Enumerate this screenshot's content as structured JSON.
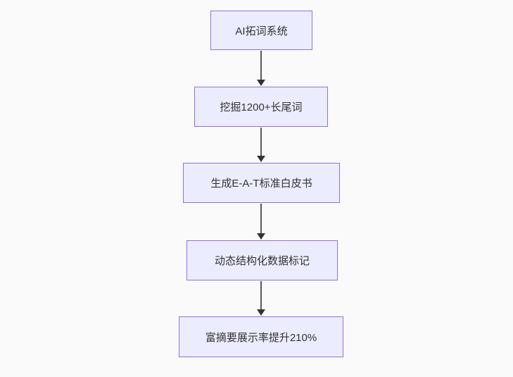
{
  "diagram": {
    "type": "flowchart",
    "direction": "top-down",
    "nodes": [
      {
        "id": "n1",
        "label": "AI拓词系统"
      },
      {
        "id": "n2",
        "label": "挖掘1200+长尾词"
      },
      {
        "id": "n3",
        "label": "生成E-A-T标准白皮书"
      },
      {
        "id": "n4",
        "label": "动态结构化数据标记"
      },
      {
        "id": "n5",
        "label": "富摘要展示率提升210%"
      }
    ],
    "edges": [
      {
        "from": "n1",
        "to": "n2",
        "style": "arrow-down"
      },
      {
        "from": "n2",
        "to": "n3",
        "style": "arrow-down"
      },
      {
        "from": "n3",
        "to": "n4",
        "style": "arrow-down"
      },
      {
        "from": "n4",
        "to": "n5",
        "style": "arrow-down"
      }
    ],
    "colors": {
      "background": "#fafafa",
      "node_fill": "#ECECFF",
      "node_border": "#9370DB",
      "node_text": "#333333",
      "edge_line": "#585858",
      "arrowhead": "#333333"
    }
  }
}
